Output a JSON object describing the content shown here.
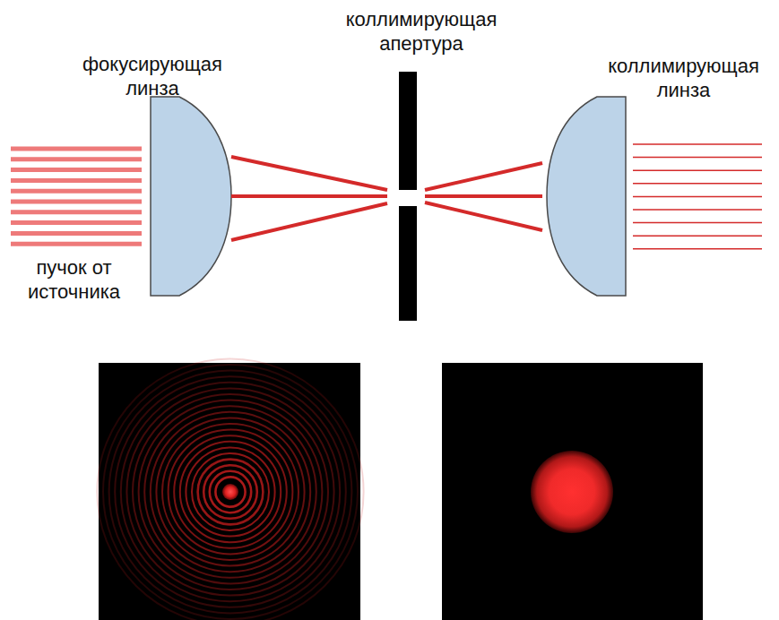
{
  "diagram": {
    "labels": [
      "фокусирующая линза",
      "коллимирующая апертура",
      "коллимирующая линза",
      "пучок от источника"
    ]
  }
}
